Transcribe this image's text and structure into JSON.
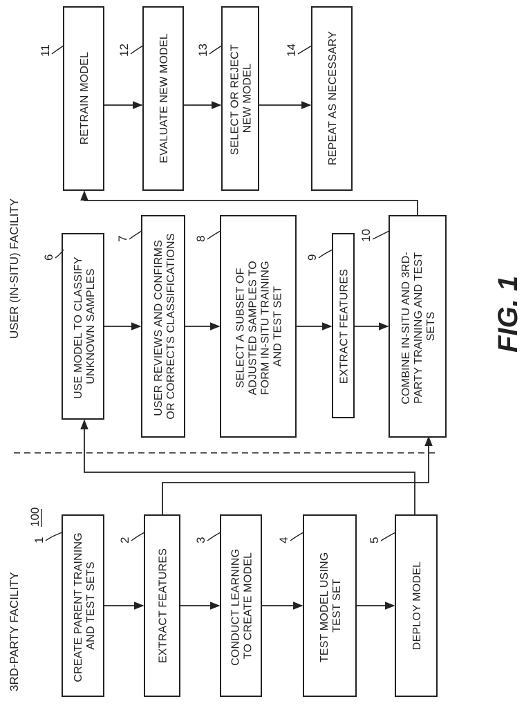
{
  "figure_label": "FIG. 1",
  "diagram_number": "100",
  "facilities": {
    "third_party": "3RD-PARTY FACILITY",
    "user": "USER (IN-SITU) FACILITY"
  },
  "steps": [
    {
      "ref": "1",
      "lines": [
        "CREATE PARENT TRAINING",
        "AND TEST SETS"
      ]
    },
    {
      "ref": "2",
      "lines": [
        "EXTRACT FEATURES"
      ]
    },
    {
      "ref": "3",
      "lines": [
        "CONDUCT LEARNING",
        "TO CREATE MODEL"
      ]
    },
    {
      "ref": "4",
      "lines": [
        "TEST MODEL USING",
        "TEST SET"
      ]
    },
    {
      "ref": "5",
      "lines": [
        "DEPLOY MODEL"
      ]
    },
    {
      "ref": "6",
      "lines": [
        "USE MODEL TO CLASSIFY",
        "UNKNOWN SAMPLES"
      ]
    },
    {
      "ref": "7",
      "lines": [
        "USER REVIEWS AND CONFIRMS",
        "OR CORRECTS CLASSIFICATIONS"
      ]
    },
    {
      "ref": "8",
      "lines": [
        "SELECT A SUBSET OF",
        "ADJUSTED SAMPLES TO",
        "FORM IN-SITU TRAINING",
        "AND TEST SET"
      ]
    },
    {
      "ref": "9",
      "lines": [
        "EXTRACT FEATURES"
      ]
    },
    {
      "ref": "10",
      "lines": [
        "COMBINE IN-SITU AND 3RD-",
        "PARTY TRAINING AND TEST",
        "SETS"
      ]
    },
    {
      "ref": "11",
      "lines": [
        "RETRAIN MODEL"
      ]
    },
    {
      "ref": "12",
      "lines": [
        "EVALUATE NEW MODEL"
      ]
    },
    {
      "ref": "13",
      "lines": [
        "SELECT OR REJECT",
        "NEW MODEL"
      ]
    },
    {
      "ref": "14",
      "lines": [
        "REPEAT AS NECESSARY"
      ]
    }
  ]
}
